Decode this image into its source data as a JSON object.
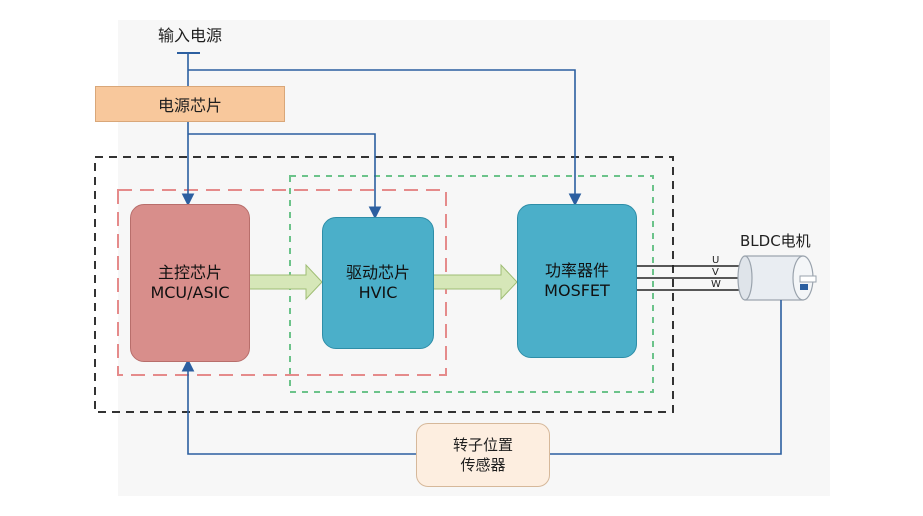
{
  "input_power": "输入电源",
  "power_chip": "电源芯片",
  "mcu": {
    "line1": "主控芯片",
    "line2": "MCU/ASIC"
  },
  "hvic": {
    "line1": "驱动芯片",
    "line2": "HVIC"
  },
  "mosfet": {
    "line1": "功率器件",
    "line2": "MOSFET"
  },
  "sensor": {
    "line1": "转子位置",
    "line2": "传感器"
  },
  "motor": "BLDC电机",
  "phases": [
    "U",
    "V",
    "W"
  ],
  "colors": {
    "wire": "#2c5fa0",
    "outer_dashed": "#333333",
    "red_dashed": "#e58b8b",
    "green_dashed": "#6cc38a",
    "arrow_fill": "#d6e7b8",
    "arrow_stroke": "#9fbd74"
  }
}
